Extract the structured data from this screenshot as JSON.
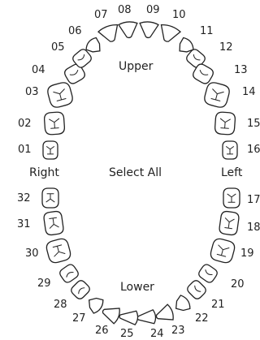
{
  "arch_labels": {
    "upper": "Upper",
    "lower": "Lower",
    "right": "Right",
    "left": "Left"
  },
  "select_all_label": "Select All",
  "upper_teeth": [
    "01",
    "02",
    "03",
    "04",
    "05",
    "06",
    "07",
    "08",
    "09",
    "10",
    "11",
    "12",
    "13",
    "14",
    "15",
    "16"
  ],
  "lower_teeth": [
    "17",
    "18",
    "19",
    "20",
    "21",
    "22",
    "23",
    "24",
    "25",
    "26",
    "27",
    "28",
    "29",
    "30",
    "31",
    "32"
  ]
}
